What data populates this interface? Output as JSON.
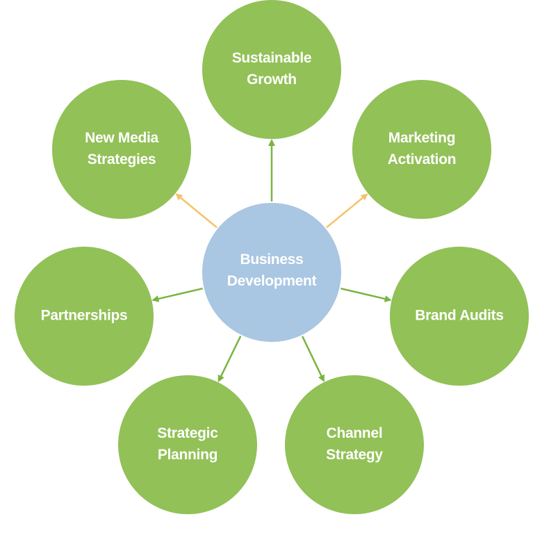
{
  "colors": {
    "leaf_fill": "#92c157",
    "center_fill": "#a9c6e2",
    "arrow_green": "#79b440",
    "arrow_orange": "#f5c26b",
    "text": "#ffffff"
  },
  "center": {
    "lines": [
      "Business",
      "Development"
    ]
  },
  "nodes": [
    {
      "id": "sustainable-growth",
      "lines": [
        "Sustainable",
        "Growth"
      ],
      "arrow": "green"
    },
    {
      "id": "marketing-activation",
      "lines": [
        "Marketing",
        "Activation"
      ],
      "arrow": "orange"
    },
    {
      "id": "brand-audits",
      "lines": [
        "Brand Audits"
      ],
      "arrow": "green"
    },
    {
      "id": "channel-strategy",
      "lines": [
        "Channel",
        "Strategy"
      ],
      "arrow": "green"
    },
    {
      "id": "strategic-planning",
      "lines": [
        "Strategic",
        "Planning"
      ],
      "arrow": "green"
    },
    {
      "id": "partnerships",
      "lines": [
        "Partnerships"
      ],
      "arrow": "green"
    },
    {
      "id": "new-media-strategies",
      "lines": [
        "New Media",
        "Strategies"
      ],
      "arrow": "orange"
    }
  ]
}
